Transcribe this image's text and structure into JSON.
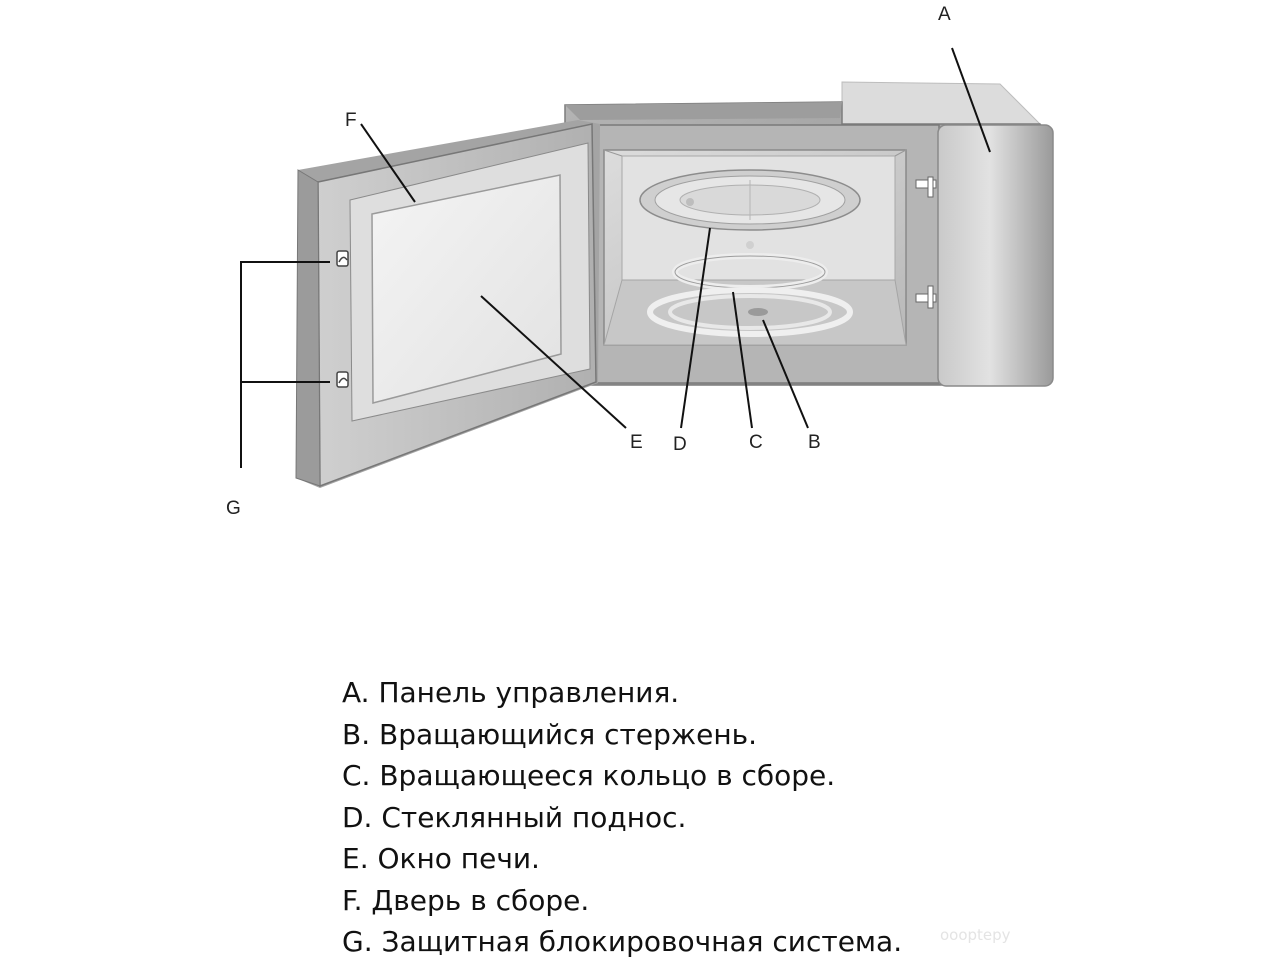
{
  "diagram": {
    "callouts": {
      "a": "A",
      "b": "B",
      "c": "C",
      "d": "D",
      "e": "E",
      "f": "F",
      "g": "G"
    }
  },
  "legend": {
    "items": [
      "A. Панель управления.",
      "B. Вращающийся стержень.",
      "C. Вращающееся кольцо в сборе.",
      "D. Стеклянный поднос.",
      "E. Окно печи.",
      "F. Дверь в сборе.",
      "G. Защитная блокировочная система."
    ]
  },
  "watermark": "oooptepy"
}
